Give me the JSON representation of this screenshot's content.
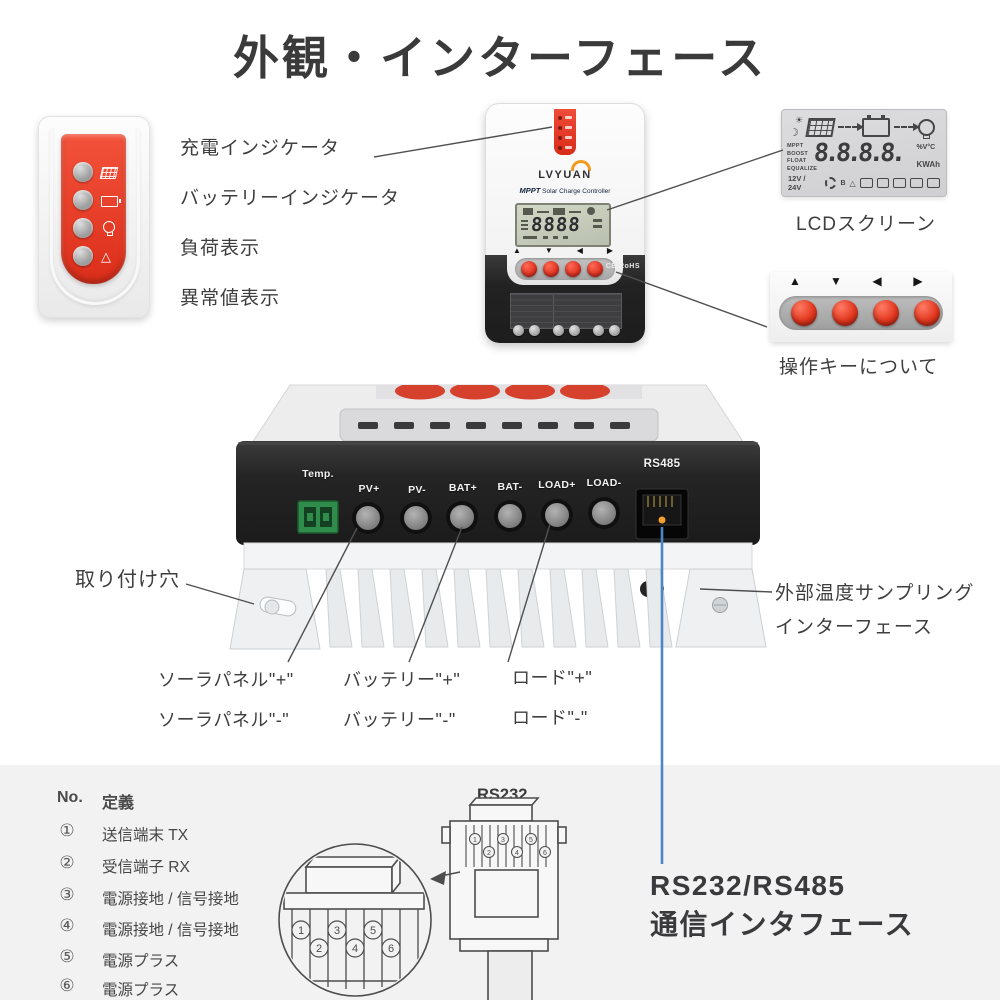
{
  "title": "外観・インターフェース",
  "indicator_panel": {
    "labels": [
      "充電インジケータ",
      "バッテリーインジケータ",
      "負荷表示",
      "異常値表示"
    ]
  },
  "front_device": {
    "brand": "LVYUAN",
    "product_bold": "MPPT",
    "product_rest": "Solar Charge Controller",
    "lcd_value": "8888",
    "cert_ce": "CE",
    "cert_rohs": "RoHS"
  },
  "lcd_closeup": {
    "modes": [
      "MPPT",
      "BOOST",
      "FLOAT",
      "EQUALIZE"
    ],
    "value": "8.8.8.8.",
    "unit_top": "%V°C",
    "unit_bottom": "KWAh",
    "voltage": "12V / 24V",
    "caption": "LCDスクリーン"
  },
  "keys": {
    "arrows": [
      "▲",
      "▼",
      "◀",
      "▶"
    ],
    "caption": "操作キーについて"
  },
  "rear_view": {
    "terminals": [
      "Temp.",
      "PV+",
      "PV-",
      "BAT+",
      "BAT-",
      "LOAD+",
      "LOAD-",
      "RS485"
    ]
  },
  "callouts": {
    "mounting_hole": "取り付け穴",
    "ext_temp_line1": "外部温度サンプリング",
    "ext_temp_line2": "インターフェース",
    "solar_plus": "ソーラパネル\"+\"",
    "solar_minus": "ソーラパネル\"-\"",
    "battery_plus": "バッテリー\"+\"",
    "battery_minus": "バッテリー\"-\"",
    "load_plus": "ロード\"+\"",
    "load_minus": "ロード\"-\""
  },
  "pin_table": {
    "col_no": "No.",
    "col_def": "定義",
    "rows": [
      {
        "no": "①",
        "def": "送信端末 TX"
      },
      {
        "no": "②",
        "def": "受信端子 RX"
      },
      {
        "no": "③",
        "def": "電源接地 / 信号接地"
      },
      {
        "no": "④",
        "def": "電源接地 / 信号接地"
      },
      {
        "no": "⑤",
        "def": "電源プラス"
      },
      {
        "no": "⑥",
        "def": "電源プラス"
      }
    ]
  },
  "rs232_diagram": {
    "caption": "RS232",
    "pins": [
      "1",
      "2",
      "3",
      "4",
      "5",
      "6"
    ]
  },
  "comm_interface": {
    "line1": "RS232/RS485",
    "line2": "通信インタフェース"
  },
  "colors": {
    "accent_red": "#e23b2a",
    "line_blue": "#4a86c8",
    "section_gray": "#f2f2f3",
    "text_dark": "#3b3b3b"
  }
}
